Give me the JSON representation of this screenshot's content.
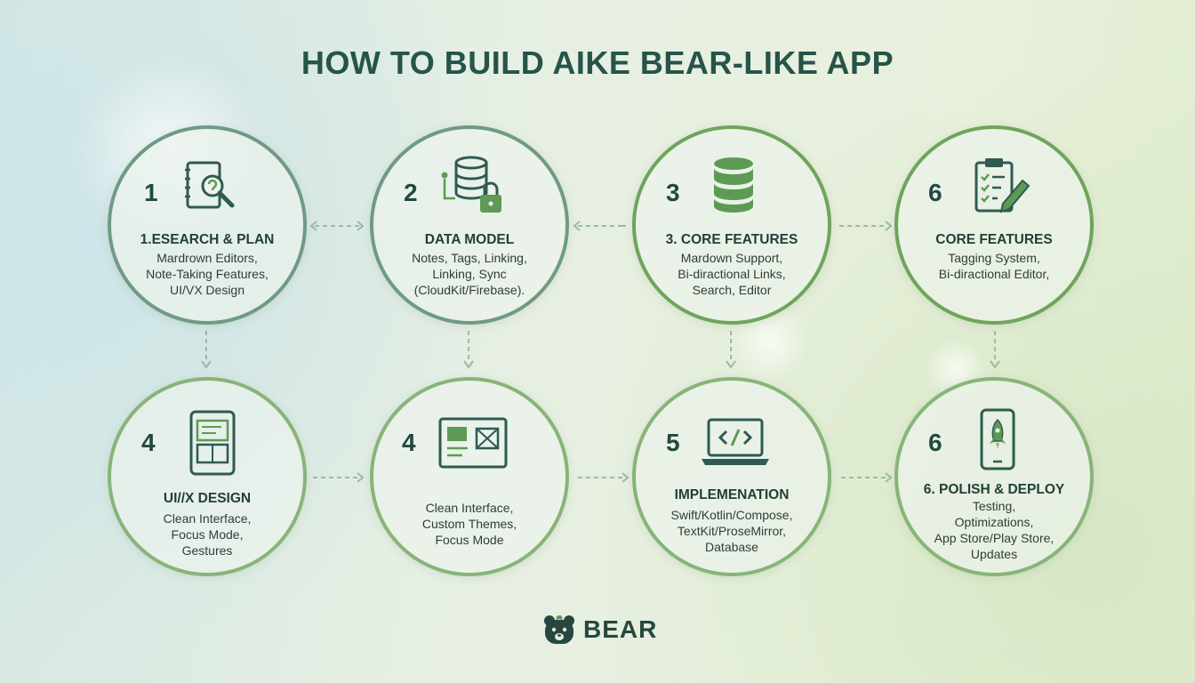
{
  "title": "HOW TO BUILD AIKE BEAR-LIKE APP",
  "steps": [
    {
      "num": "1",
      "title": "1.ESEARCH & PLAN",
      "lines": [
        "Mardrown Editors,",
        "Note-Taking Features,",
        "UI/VX Design"
      ],
      "icon": "research-magnifier-icon"
    },
    {
      "num": "2",
      "title": "DATA MODEL",
      "lines": [
        "Notes, Tags, Linking,",
        "Linking, Sync",
        "(CloudKit/Firebase)."
      ],
      "icon": "database-lock-icon"
    },
    {
      "num": "3",
      "title": "3. CORE FEATURES",
      "lines": [
        "Mardown Support,",
        "Bi-diractional Links,",
        "Search, Editor"
      ],
      "icon": "database-icon"
    },
    {
      "num": "6",
      "title": "CORE FEATURES",
      "lines": [
        "Tagging System,",
        "Bi-diractional Editor,"
      ],
      "icon": "clipboard-pencil-icon"
    },
    {
      "num": "4",
      "title": "UI//X DESIGN",
      "lines": [
        "Clean Interface,",
        "Focus Mode,",
        "Gestures"
      ],
      "icon": "tablet-icon"
    },
    {
      "num": "4",
      "title": "",
      "lines": [
        "Clean Interface,",
        "Custom Themes,",
        "Focus Mode"
      ],
      "icon": "wireframe-icon"
    },
    {
      "num": "5",
      "title": "IMPLEMENATION",
      "lines": [
        "Swift/Kotlin/Compose,",
        "TextKit/ProseMirror,",
        "Database"
      ],
      "icon": "laptop-code-icon"
    },
    {
      "num": "6",
      "title": "6. POLISH & DEPLOY",
      "lines": [
        "Testing,",
        "Optimizations,",
        "App Store/Play Store,",
        "Updates"
      ],
      "icon": "phone-rocket-icon"
    }
  ],
  "brand": {
    "name": "BEAR",
    "icon": "bear-logo-icon"
  },
  "colors": {
    "title": "#26544a",
    "teal_ring": "#6f9a84",
    "green_ring": "#6ea55a",
    "icon_green": "#5e9a55"
  }
}
